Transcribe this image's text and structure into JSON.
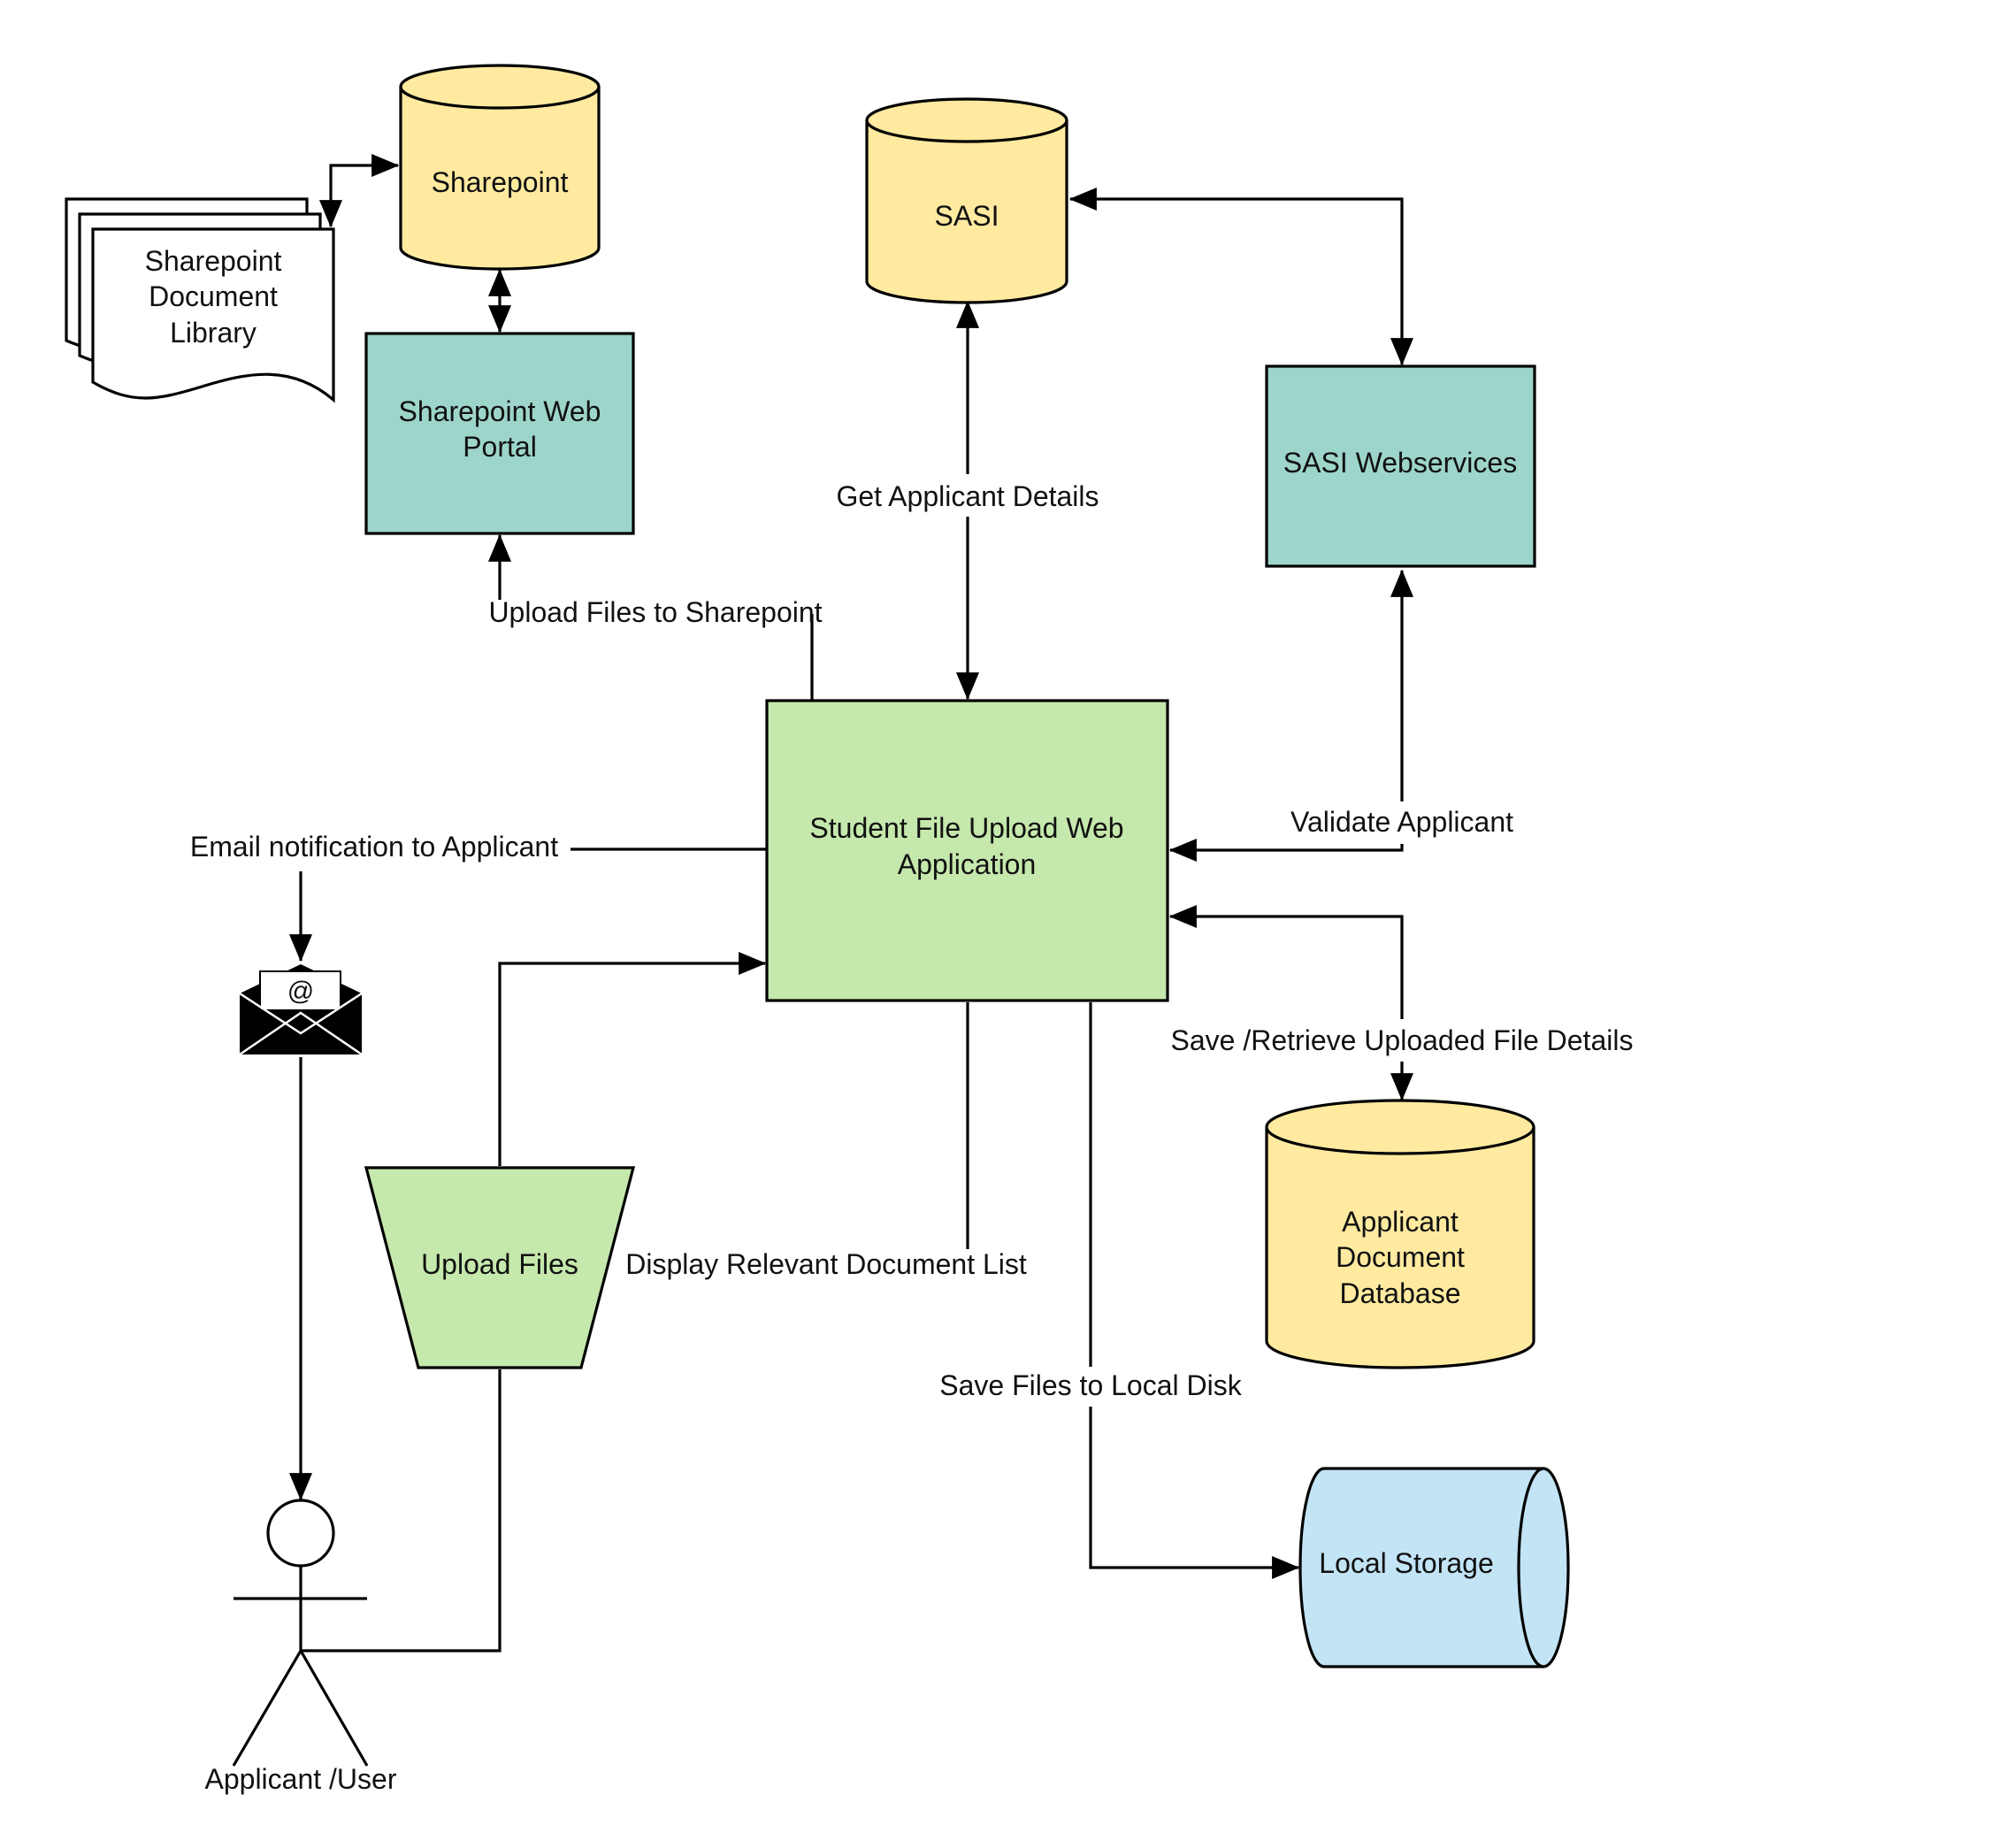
{
  "colors": {
    "database_yellow": "#FFEAA0",
    "service_teal": "#9DD5CB",
    "app_green": "#C5E8AC",
    "storage_blue": "#C2E4F5",
    "line": "#000000",
    "background": "#FFFFFF"
  },
  "nodes": {
    "sharepoint_doc_library": {
      "l1": "Sharepoint",
      "l2": "Document",
      "l3": "Library"
    },
    "sharepoint": {
      "l1": "Sharepoint"
    },
    "sharepoint_web_portal": {
      "l1": "Sharepoint Web",
      "l2": "Portal"
    },
    "sasi": {
      "l1": "SASI"
    },
    "sasi_webservices": {
      "l1": "SASI Webservices"
    },
    "student_app": {
      "l1": "Student File Upload Web",
      "l2": "Application"
    },
    "upload_files": {
      "l1": "Upload Files"
    },
    "applicant_db": {
      "l1": "Applicant",
      "l2": "Document",
      "l3": "Database"
    },
    "local_storage": {
      "l1": "Local Storage"
    },
    "email": {
      "icon": "email-envelope-icon",
      "symbol": "@"
    },
    "actor": {
      "icon": "actor-icon",
      "label": "Applicant /User"
    }
  },
  "edges": {
    "upload_to_sharepoint": "Upload Files to Sharepoint",
    "get_applicant_details": "Get Applicant Details",
    "validate_applicant": "Validate Applicant",
    "email_notification": "Email notification to Applicant",
    "save_retrieve": "Save /Retrieve Uploaded File Details",
    "display_docs": "Display Relevant Document List",
    "save_local": "Save Files to Local Disk"
  }
}
